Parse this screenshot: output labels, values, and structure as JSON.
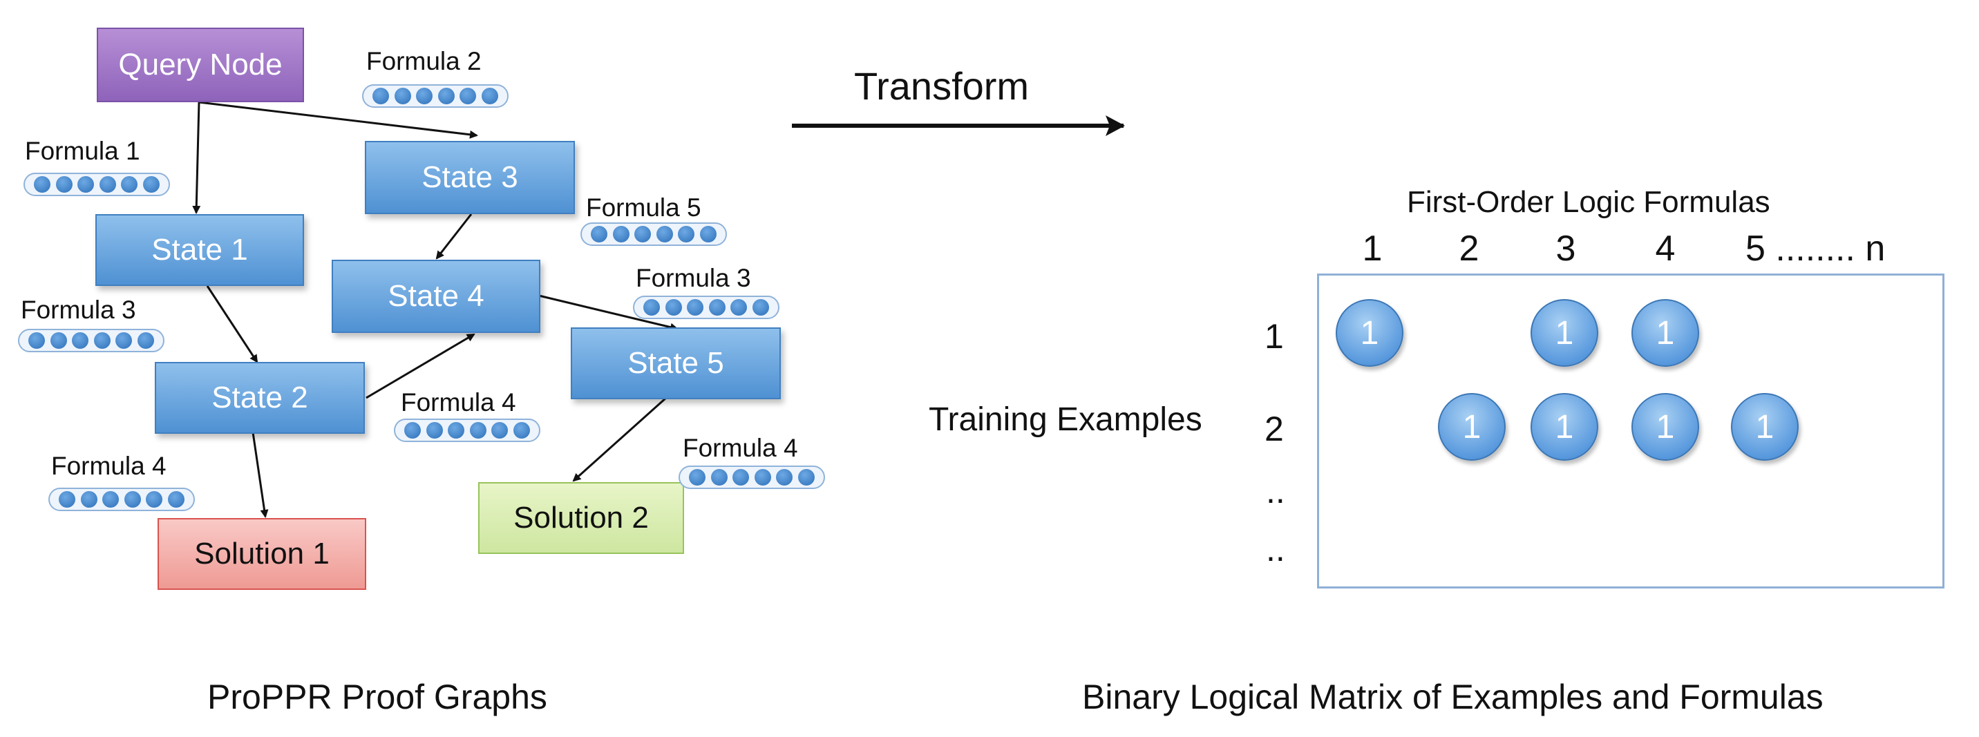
{
  "transform_label": "Transform",
  "graph": {
    "caption": "ProPPR Proof Graphs",
    "nodes": {
      "query": "Query Node",
      "state1": "State 1",
      "state2": "State 2",
      "state3": "State 3",
      "state4": "State 4",
      "state5": "State 5",
      "solution1": "Solution 1",
      "solution2": "Solution 2"
    },
    "formulas": [
      {
        "label": "Formula 2",
        "near": "query-to-state3"
      },
      {
        "label": "Formula 1",
        "near": "query-to-state1"
      },
      {
        "label": "Formula 5",
        "near": "state3-to-state4"
      },
      {
        "label": "Formula 3",
        "near": "state1-to-state2"
      },
      {
        "label": "Formula 3",
        "near": "state4-to-state5"
      },
      {
        "label": "Formula 4",
        "near": "state2-to-state4"
      },
      {
        "label": "Formula 4",
        "near": "state2-to-solution1"
      },
      {
        "label": "Formula 4",
        "near": "state5-to-solution2"
      }
    ]
  },
  "matrix": {
    "title": "First-Order Logic Formulas",
    "columns": [
      "1",
      "2",
      "3",
      "4",
      "5 ........ n"
    ],
    "row_axis_label": "Training Examples",
    "rows": [
      "1",
      "2",
      "..",
      ".."
    ],
    "cells": [
      {
        "row": "1",
        "col": "1",
        "value": "1"
      },
      {
        "row": "1",
        "col": "3",
        "value": "1"
      },
      {
        "row": "1",
        "col": "4",
        "value": "1"
      },
      {
        "row": "2",
        "col": "2",
        "value": "1"
      },
      {
        "row": "2",
        "col": "3",
        "value": "1"
      },
      {
        "row": "2",
        "col": "4",
        "value": "1"
      },
      {
        "row": "2",
        "col": "5",
        "value": "1"
      }
    ],
    "caption": "Binary Logical Matrix of Examples and Formulas"
  }
}
